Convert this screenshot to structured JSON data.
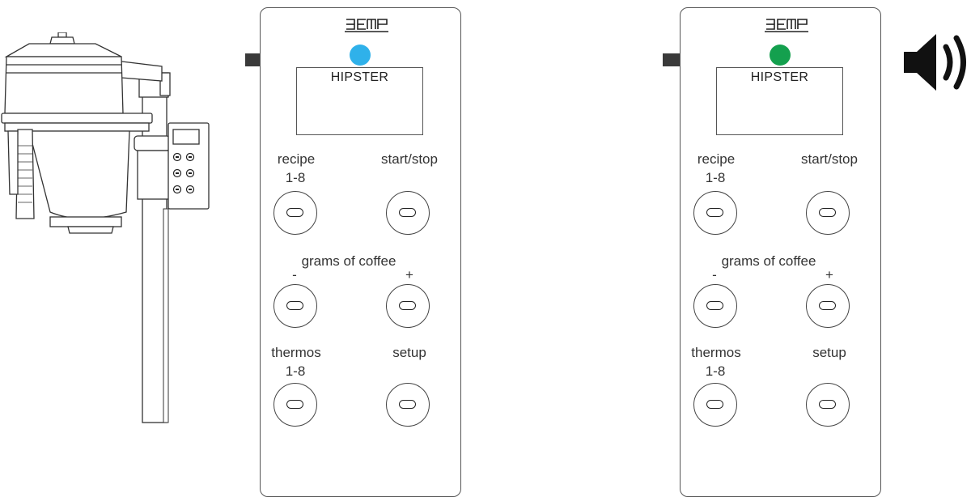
{
  "panels": [
    {
      "led_color": "#2fb1ea",
      "display_text": "HIPSTER",
      "labels": {
        "recipe": "recipe",
        "recipe_range": "1-8",
        "start_stop": "start/stop",
        "grams": "grams of coffee",
        "minus": "-",
        "plus": "+",
        "thermos": "thermos",
        "thermos_range": "1-8",
        "setup": "setup"
      }
    },
    {
      "led_color": "#14a04e",
      "display_text": "HIPSTER",
      "labels": {
        "recipe": "recipe",
        "recipe_range": "1-8",
        "start_stop": "start/stop",
        "grams": "grams of coffee",
        "minus": "-",
        "plus": "+",
        "thermos": "thermos",
        "thermos_range": "1-8",
        "setup": "setup"
      }
    }
  ],
  "icons": {
    "logo": "bemp-logo",
    "arrow": "arrow-right-icon",
    "speaker": "speaker-sound-icon"
  },
  "colors": {
    "arrow": "#3a3a3a",
    "outline": "#444444"
  }
}
